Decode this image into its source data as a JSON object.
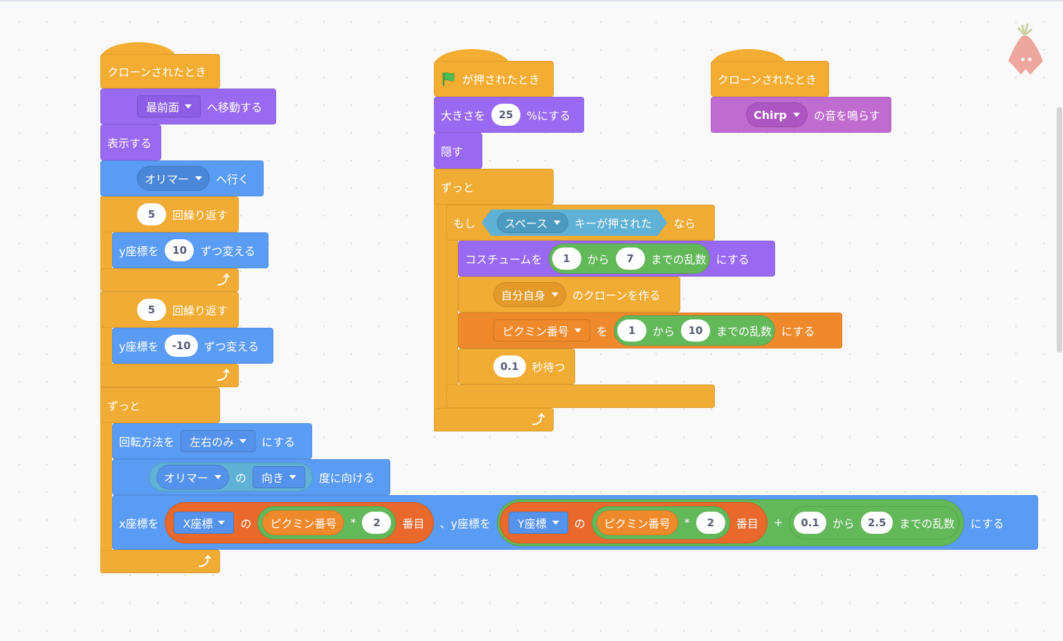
{
  "left_stack": {
    "hat": "クローンされたとき",
    "go_front": {
      "dropdown": "最前面",
      "label": "へ移動する"
    },
    "show": "表示する",
    "goto": {
      "dropdown": "オリマー",
      "label": "へ行く"
    },
    "repeat1": {
      "count": "5",
      "label": "回繰り返す",
      "inner": {
        "pre": "y座標を",
        "value": "10",
        "post": "ずつ変える"
      }
    },
    "repeat2": {
      "count": "5",
      "label": "回繰り返す",
      "inner": {
        "pre": "y座標を",
        "value": "-10",
        "post": "ずつ変える"
      }
    },
    "forever": {
      "label": "ずっと",
      "rotation": {
        "pre": "回転方法を",
        "dropdown": "左右のみ",
        "post": "にする"
      },
      "point": {
        "sprite": "オリマー",
        "of": "の",
        "attr": "向き",
        "post": "度に向ける"
      },
      "goto_xy": {
        "pre": "x座標を",
        "xlist": "X座標",
        "of1": "の",
        "var1": "ピクミン番号",
        "mul1": "*",
        "n1": "2",
        "idx1": "番目",
        "mid": "、y座標を",
        "ylist": "Y座標",
        "of2": "の",
        "var2": "ピクミン番号",
        "mul2": "*",
        "n2": "2",
        "idx2": "番目",
        "plus": "+",
        "r1": "0.1",
        "from": "から",
        "r2": "2.5",
        "rand": "までの乱数",
        "post": "にする"
      }
    }
  },
  "middle_stack": {
    "hat": "が押されたとき",
    "size": {
      "pre": "大きさを",
      "value": "25",
      "post": "%にする"
    },
    "hide": "隠す",
    "forever": "ずっと",
    "if": {
      "pre": "もし",
      "key": "スペース",
      "mid": "キーが押された",
      "post": "なら"
    },
    "costume": {
      "pre": "コスチュームを",
      "a": "1",
      "from": "から",
      "b": "7",
      "rand": "までの乱数",
      "post": "にする"
    },
    "clone": {
      "dropdown": "自分自身",
      "post": "のクローンを作る"
    },
    "setvar": {
      "var": "ピクミン番号",
      "to": "を",
      "a": "1",
      "from": "から",
      "b": "10",
      "rand": "までの乱数",
      "post": "にする"
    },
    "wait": {
      "value": "0.1",
      "post": "秒待つ"
    }
  },
  "right_stack": {
    "hat": "クローンされたとき",
    "sound": {
      "dropdown": "Chirp",
      "post": "の音を鳴らす"
    }
  },
  "colors": {
    "events": "#f2ad32",
    "control": "#f0ac34",
    "looks": "#9a69f1",
    "motion": "#5a9bf4",
    "sound": "#c06bd0",
    "operators": "#63b85a",
    "variables": "#ef8a2c",
    "lists": "#e8692b",
    "sensing": "#5fb1d6"
  }
}
